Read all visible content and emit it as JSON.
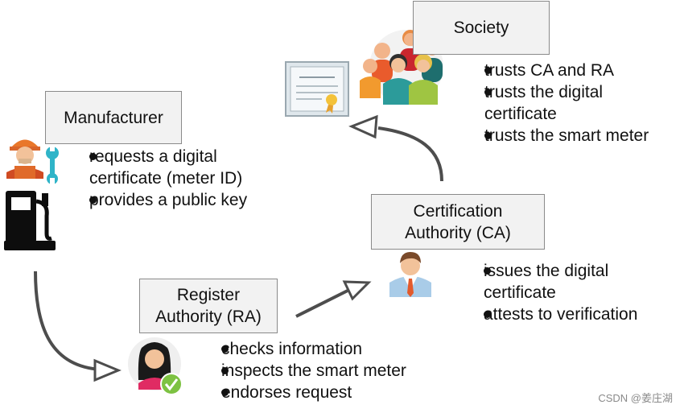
{
  "manufacturer": {
    "title": "Manufacturer",
    "bullets": [
      {
        "lines": [
          "requests a digital",
          "certificate (meter ID)"
        ]
      },
      {
        "lines": [
          "provides a public key"
        ]
      }
    ]
  },
  "society": {
    "title": "Society",
    "bullets": [
      {
        "lines": [
          "trusts CA and RA"
        ]
      },
      {
        "lines": [
          "trusts the digital",
          "certificate"
        ]
      },
      {
        "lines": [
          "trusts the smart meter"
        ]
      }
    ]
  },
  "ca": {
    "title_lines": [
      "Certification",
      "Authority (CA)"
    ],
    "bullets": [
      {
        "lines": [
          "issues the digital",
          "certificate"
        ]
      },
      {
        "lines": [
          "attests to verification"
        ]
      }
    ]
  },
  "ra": {
    "title_lines": [
      "Register",
      "Authority (RA)"
    ],
    "bullets": [
      {
        "lines": [
          "checks information"
        ]
      },
      {
        "lines": [
          "inspects the smart meter"
        ]
      },
      {
        "lines": [
          "endorses request"
        ]
      }
    ]
  },
  "watermark": "CSDN @姜庄湖",
  "colors": {
    "arrow": "#4d4d4d",
    "box_fill": "#f2f2f2",
    "box_border": "#8a8a8a",
    "check": "#7dc242"
  },
  "icons": [
    "worker-icon",
    "wrench-icon",
    "fuel-pump-meter-icon",
    "certificate-icon",
    "people-group-icon",
    "businessman-icon",
    "woman-avatar-icon",
    "checkmark-icon"
  ]
}
